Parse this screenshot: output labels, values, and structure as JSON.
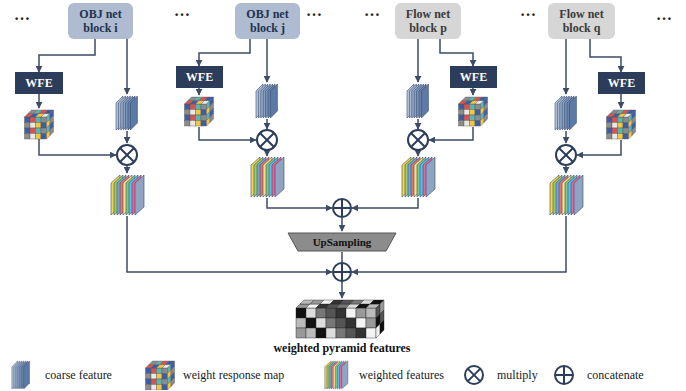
{
  "diagram": {
    "nodes": [
      {
        "text": [
          "OBJ net block i"
        ]
      },
      {
        "text": [
          "OBJ net block j"
        ]
      },
      {
        "text": [
          "Flow net block p"
        ]
      },
      {
        "text": [
          "Flow net block q"
        ]
      },
      {
        "text": [
          "WFE"
        ]
      },
      {
        "text": [
          "WFE"
        ]
      },
      {
        "text": [
          "WFE"
        ]
      },
      {
        "text": [
          "WFE"
        ]
      },
      {
        "text": [
          "UpSampling"
        ]
      },
      {
        "text": [
          "weighted pyramid features"
        ]
      }
    ],
    "edges": [
      {
        "from": 0,
        "to": 4,
        "arrow": "to"
      },
      {
        "from": 1,
        "to": 5,
        "arrow": "to"
      },
      {
        "from": 2,
        "to": 6,
        "arrow": "to"
      },
      {
        "from": 3,
        "to": 7,
        "arrow": "to"
      },
      {
        "from": 8,
        "to": 9,
        "arrow": "to"
      }
    ],
    "labels": [
      "…",
      "…",
      "…",
      "…",
      "…",
      "…"
    ],
    "legend": [
      {
        "text": "coarse feature"
      },
      {
        "text": "weight response map"
      },
      {
        "text": "weighted features"
      },
      {
        "text": "multiply"
      },
      {
        "text": "concatenate"
      }
    ]
  }
}
